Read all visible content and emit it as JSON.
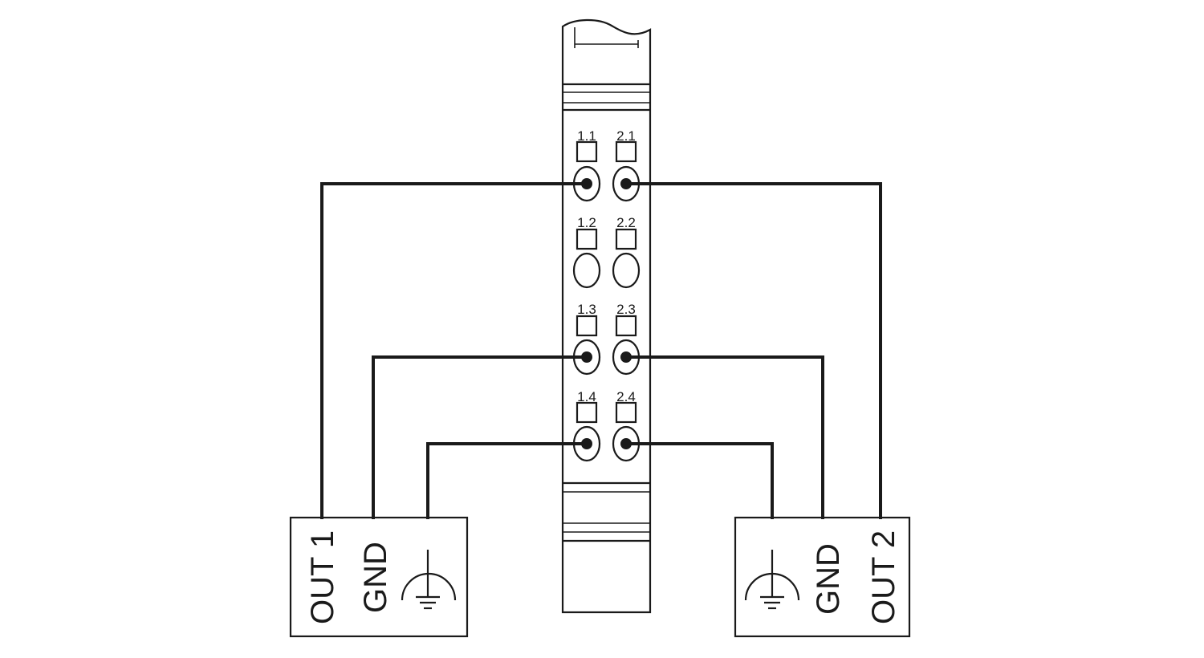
{
  "terminals": {
    "t11": "1.1",
    "t21": "2.1",
    "t12": "1.2",
    "t22": "2.2",
    "t13": "1.3",
    "t23": "2.3",
    "t14": "1.4",
    "t24": "2.4"
  },
  "device1": {
    "out_label": "OUT 1",
    "gnd_label": "GND"
  },
  "device2": {
    "out_label": "OUT 2",
    "gnd_label": "GND"
  },
  "icons": {
    "ground": "protective-earth-icon"
  }
}
